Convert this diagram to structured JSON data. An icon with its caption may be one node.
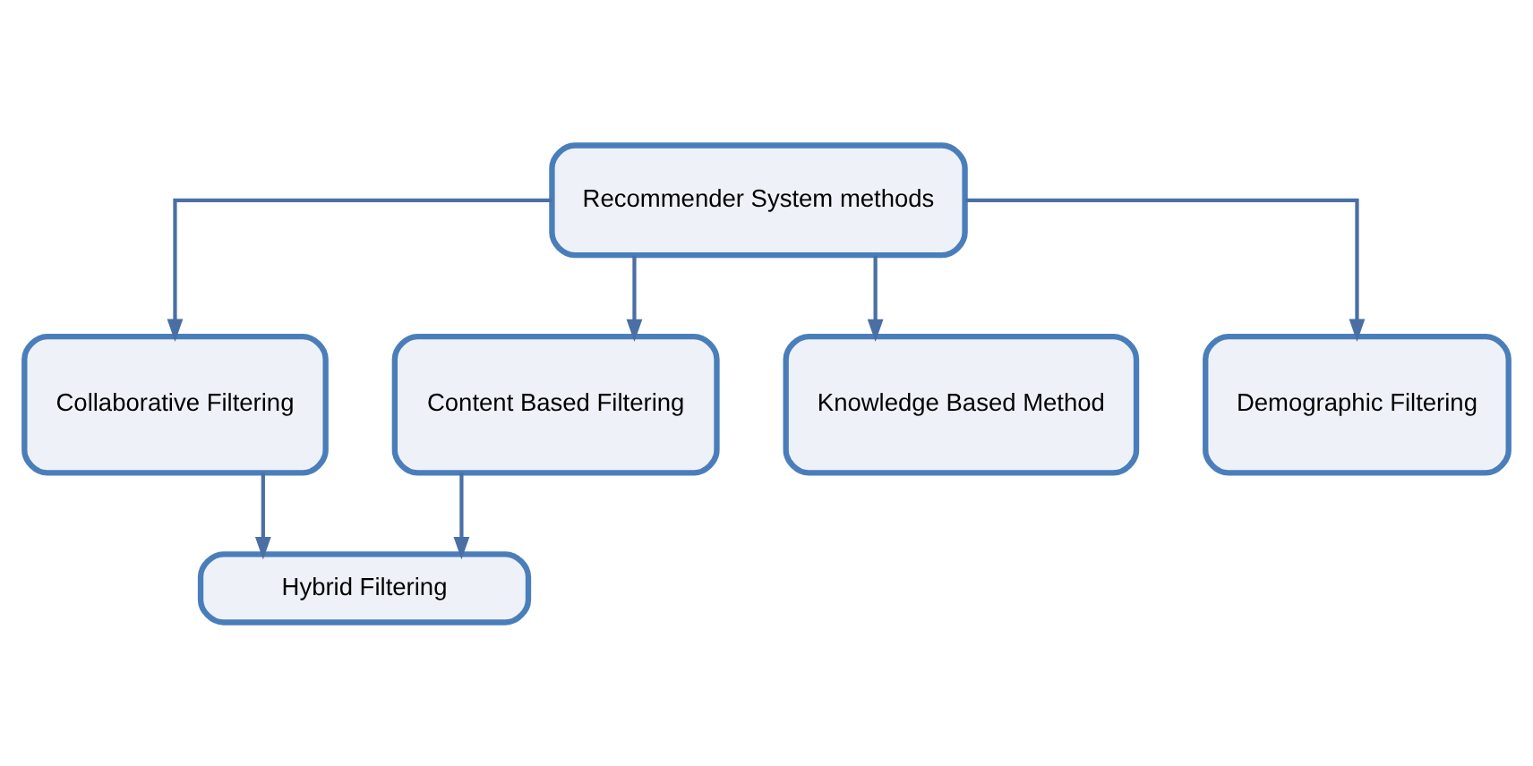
{
  "diagram": {
    "nodes": [
      {
        "text": [
          "Recommender System methods"
        ]
      },
      {
        "text": [
          "Collaborative Filtering"
        ]
      },
      {
        "text": [
          "Content Based Filtering"
        ]
      },
      {
        "text": [
          "Knowledge Based Method"
        ]
      },
      {
        "text": [
          "Demographic Filtering"
        ]
      },
      {
        "text": [
          "Hybrid Filtering"
        ]
      }
    ],
    "edges": [
      {
        "from": 0,
        "to": 1,
        "arrow": "to"
      },
      {
        "from": 0,
        "to": 2,
        "arrow": "to"
      },
      {
        "from": 0,
        "to": 3,
        "arrow": "to"
      },
      {
        "from": 0,
        "to": 4,
        "arrow": "to"
      },
      {
        "from": 1,
        "to": 5,
        "arrow": "to"
      },
      {
        "from": 2,
        "to": 5,
        "arrow": "to"
      }
    ]
  }
}
